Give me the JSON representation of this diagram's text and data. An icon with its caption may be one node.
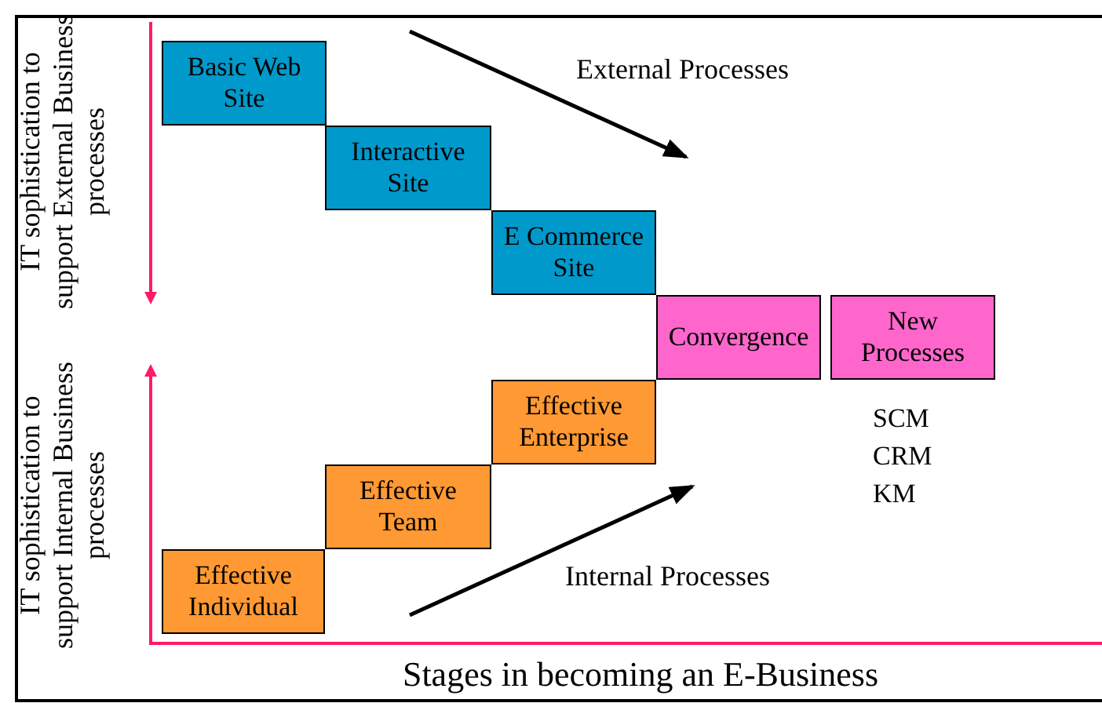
{
  "diagram": {
    "nodes": [
      {
        "text": [
          "Basic Web Site"
        ]
      },
      {
        "text": [
          "Interactive Site"
        ]
      },
      {
        "text": [
          "E Commerce Site"
        ]
      },
      {
        "text": [
          "Convergence"
        ]
      },
      {
        "text": [
          "New Processes"
        ]
      },
      {
        "text": [
          "Effective Enterprise"
        ]
      },
      {
        "text": [
          "Effective Team"
        ]
      },
      {
        "text": [
          "Effective Individual"
        ]
      }
    ],
    "labels": [
      "IT sophistication to support External Business processes",
      "External Processes",
      "SCM",
      "CRM",
      "KM",
      "Internal Processes",
      "IT sophistication to support Internal Business processes",
      "Stages in becoming an E-Business"
    ]
  }
}
